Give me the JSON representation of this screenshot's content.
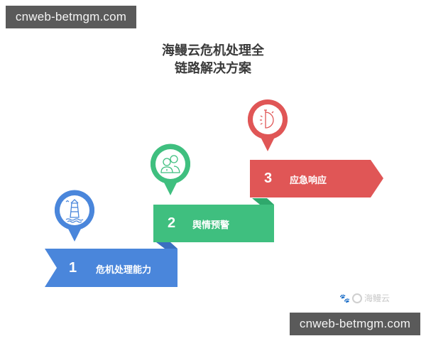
{
  "watermarks": {
    "top_left": "cnweb-betmgm.com",
    "bottom_right": "cnweb-betmgm.com"
  },
  "title": {
    "line1": "海鳗云危机处理全",
    "line2": "链路解决方案"
  },
  "steps": [
    {
      "number": "1",
      "label": "危机处理能力",
      "icon": "lighthouse-icon",
      "color": "#4a86db"
    },
    {
      "number": "2",
      "label": "舆情预警",
      "icon": "people-alert-icon",
      "color": "#3fbf7f"
    },
    {
      "number": "3",
      "label": "应急响应",
      "icon": "stopwatch-icon",
      "color": "#e05656"
    }
  ],
  "logo": {
    "paw_icon": "🐾",
    "text": "海鳗云"
  }
}
